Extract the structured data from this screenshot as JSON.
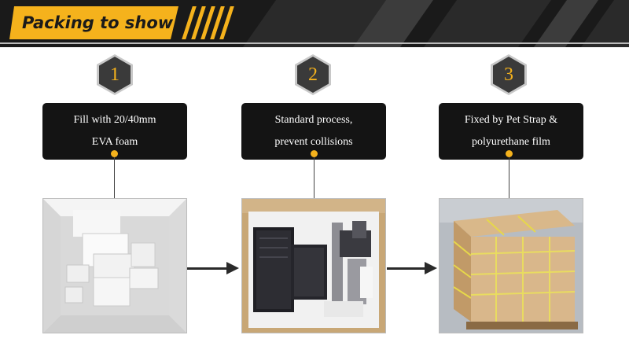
{
  "header": {
    "title": "Packing to show"
  },
  "steps": [
    {
      "number": "1",
      "line1": "Fill with 20/40mm",
      "line2": "EVA foam",
      "photo": "white-foam-box-photo"
    },
    {
      "number": "2",
      "line1": "Standard process,",
      "line2": "prevent collisions",
      "photo": "machine-in-box-photo"
    },
    {
      "number": "3",
      "line1": "Fixed by Pet Strap &",
      "line2": "polyurethane film",
      "photo": "wrapped-crate-photo"
    }
  ],
  "colors": {
    "accent": "#f5b21c",
    "banner": "#1a1a1a",
    "label_bg": "#141414",
    "arrow": "#2a2a2a"
  }
}
